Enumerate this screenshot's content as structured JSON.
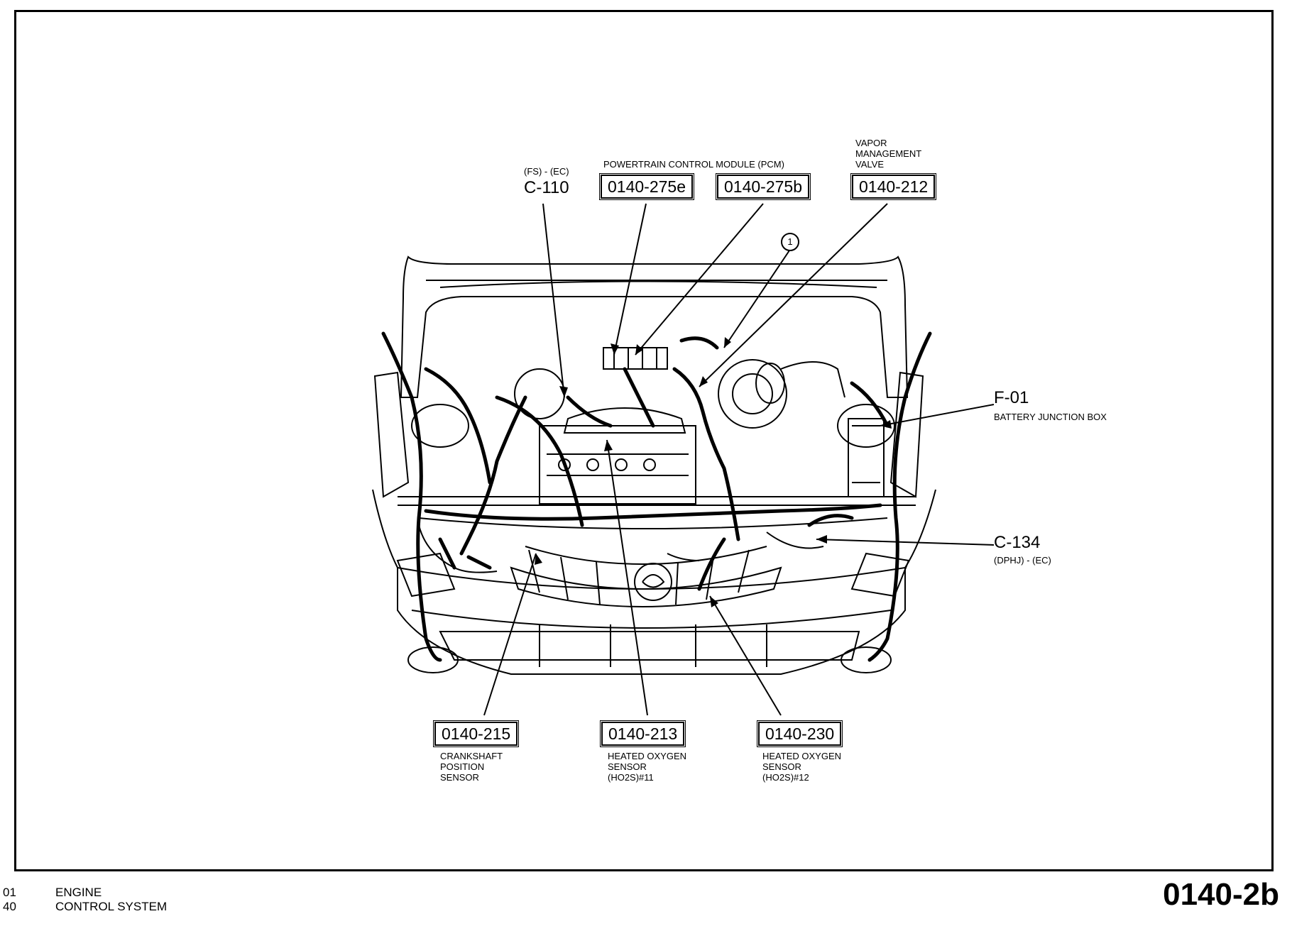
{
  "title": "POWERTRAIN CONTROL MODULE (PCM)",
  "labels": {
    "c110_note": "(FS) - (EC)",
    "c110": "C-110",
    "pcm_a": "0140-275e",
    "pcm_b": "0140-275b",
    "vmv_caption": "VAPOR\nMANAGEMENT\nVALVE",
    "vmv": "0140-212",
    "callout": "1",
    "f01": "F-01",
    "f01_caption": "BATTERY JUNCTION BOX",
    "c134": "C-134",
    "c134_note": "(DPHJ) - (EC)",
    "ckp": "0140-215",
    "ckp_caption": "CRANKSHAFT\nPOSITION\nSENSOR",
    "ho2s11": "0140-213",
    "ho2s11_caption": "HEATED OXYGEN\nSENSOR\n(HO2S)#11",
    "ho2s12": "0140-230",
    "ho2s12_caption": "HEATED OXYGEN\nSENSOR\n(HO2S)#12"
  },
  "footer": {
    "line1_num": "01",
    "line1_text": "ENGINE",
    "line2_num": "40",
    "line2_text": "CONTROL SYSTEM",
    "page_number": "0140-2b"
  }
}
